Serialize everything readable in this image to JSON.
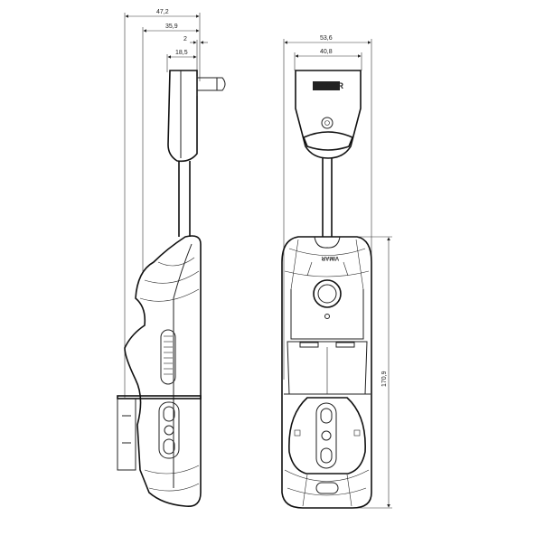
{
  "dimensions": {
    "side_total_depth": "47,2",
    "side_body_depth": "35,9",
    "side_offset": "2",
    "side_plug_depth": "18,5",
    "front_total_width": "53,6",
    "front_plug_width": "40,8",
    "front_body_height": "170,9"
  },
  "brand": {
    "logo": "VIMAR",
    "logo_mirrored": "VIMAR"
  }
}
